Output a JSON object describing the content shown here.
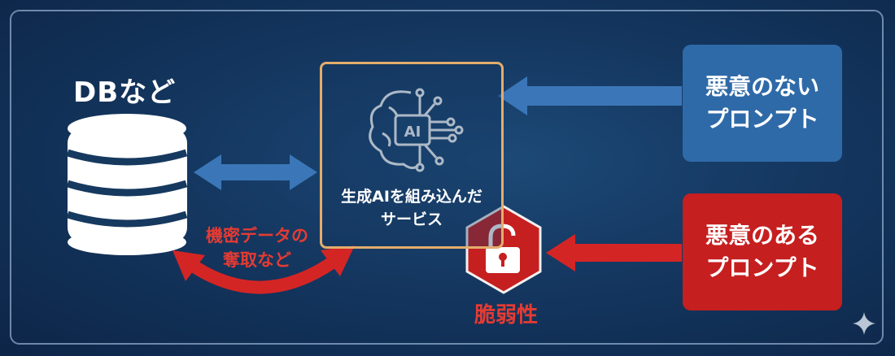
{
  "database": {
    "title": "DBなど"
  },
  "service": {
    "ai_badge": "AI",
    "label_line1": "生成AIを組み込んだ",
    "label_line2": "サービス"
  },
  "prompts": {
    "benign_line1": "悪意のない",
    "benign_line2": "プロンプト",
    "malicious_line1": "悪意のある",
    "malicious_line2": "プロンプト"
  },
  "data_theft": {
    "line1": "機密データの",
    "line2": "奪取など"
  },
  "vulnerability": {
    "label": "脆弱性"
  },
  "colors": {
    "background": "#143760",
    "benign_blue": "#2f6aa8",
    "malicious_red": "#c61f20",
    "service_border": "#e3ad6c",
    "accent_red_text": "#e43b33"
  }
}
